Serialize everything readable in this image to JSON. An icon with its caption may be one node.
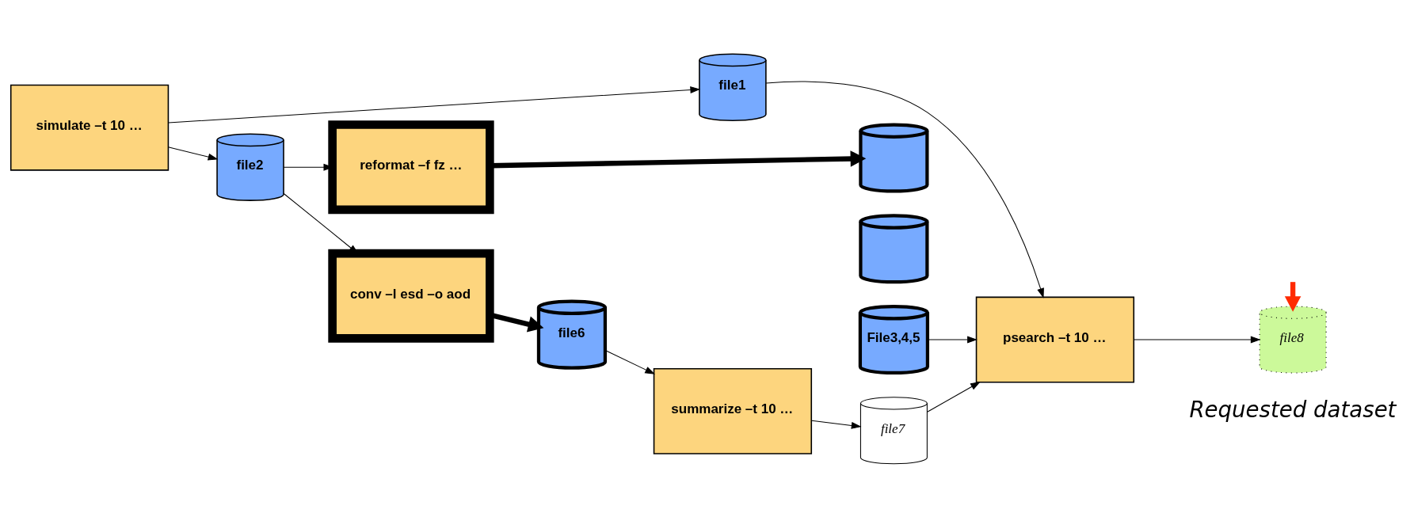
{
  "diagram": {
    "nodes": [
      {
        "text": [
          "simulate –t 10 …"
        ]
      },
      {
        "text": [
          "file1"
        ]
      },
      {
        "text": [
          "file2"
        ]
      },
      {
        "text": [
          "reformat –f fz …"
        ]
      },
      {
        "text": [
          "conv –l esd –o aod"
        ]
      },
      {
        "text": [],
        "shape": "cylinder"
      },
      {
        "text": [],
        "shape": "cylinder"
      },
      {
        "text": [
          "File3,4,5"
        ]
      },
      {
        "text": [
          "file6"
        ]
      },
      {
        "text": [
          "summarize –t 10 …"
        ]
      },
      {
        "text": [
          "file7"
        ]
      },
      {
        "text": [
          "psearch –t 10 …"
        ]
      },
      {
        "text": [
          "file8"
        ],
        "beside": [
          "Requested dataset"
        ]
      }
    ],
    "edges": [
      {
        "from": 0,
        "to": 1,
        "arrow": "to"
      },
      {
        "from": 0,
        "to": 2,
        "arrow": "to"
      },
      {
        "from": 1,
        "to": 11,
        "arrow": "to"
      },
      {
        "from": 2,
        "to": 3,
        "arrow": "to"
      },
      {
        "from": 2,
        "to": 4,
        "arrow": "to"
      },
      {
        "from": 3,
        "to": 5,
        "arrow": "to",
        "style": "thick"
      },
      {
        "from": 7,
        "to": 11,
        "arrow": "to"
      },
      {
        "from": 4,
        "to": 8,
        "arrow": "to",
        "style": "thick"
      },
      {
        "from": 8,
        "to": 9,
        "arrow": "to"
      },
      {
        "from": 9,
        "to": 10,
        "arrow": "to"
      },
      {
        "from": 10,
        "to": 11,
        "arrow": "to"
      },
      {
        "from": 11,
        "to": 12,
        "arrow": "to"
      },
      {
        "from": null,
        "to": 12,
        "arrow": "to",
        "style": "thick",
        "color": "#ff2a00"
      }
    ]
  }
}
